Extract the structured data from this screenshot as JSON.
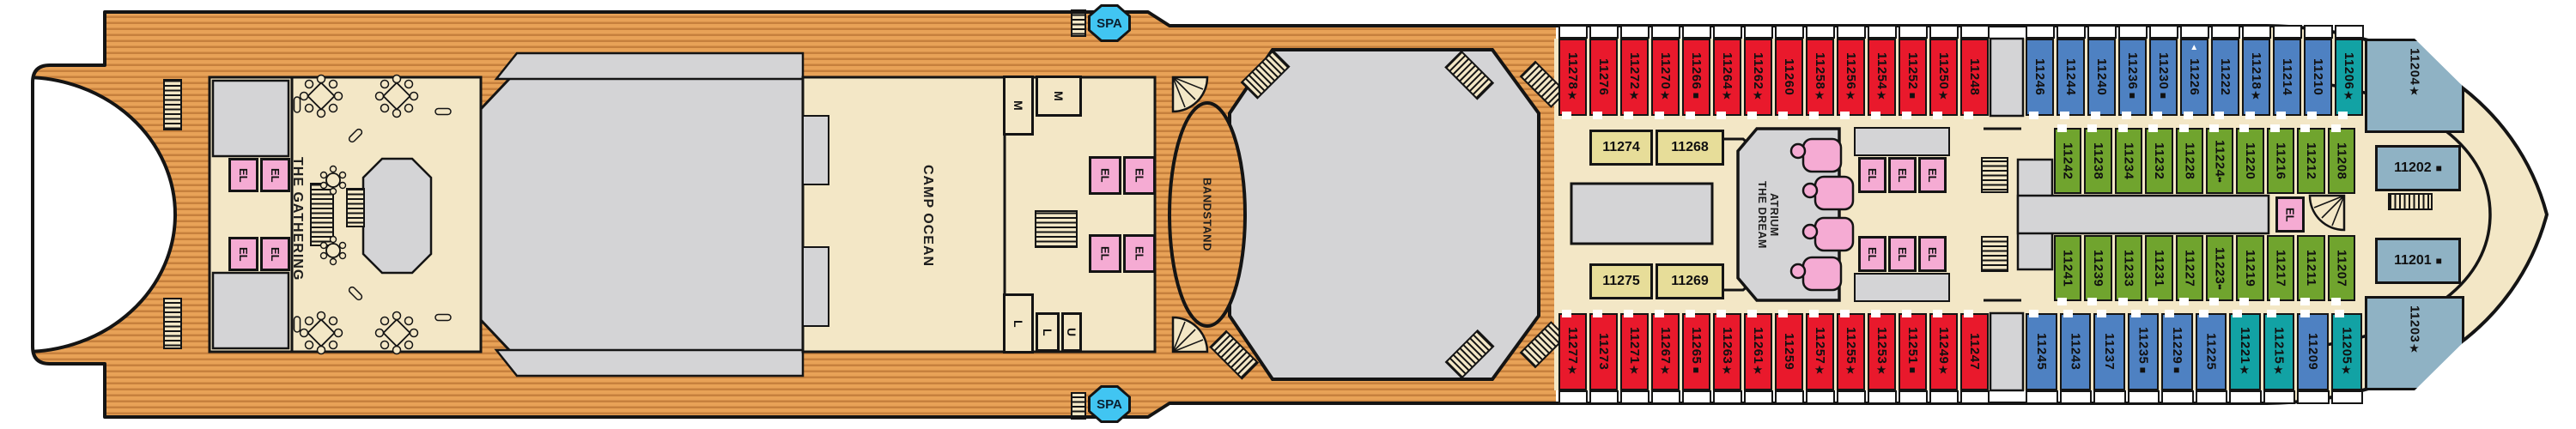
{
  "deck": {
    "venues": {
      "gathering": "THE GATHERING",
      "camp_ocean": "CAMP OCEAN",
      "bandstand": "BANDSTAND",
      "atrium": "THE DREAM\nATRIUM",
      "spa": "SPA"
    },
    "labels": {
      "el": "EL",
      "m": "M",
      "l": "L",
      "u": "U"
    }
  },
  "symbols": {
    "star": "★",
    "square": "■",
    "dots": "••",
    "triangle": "▲"
  },
  "colors": {
    "wood": "#e8a257",
    "wood_stripe": "#c6803d",
    "outline": "#141414",
    "floor_beige": "#f3e7c6",
    "area_gray": "#d4d4d6",
    "white": "#ffffff",
    "cabin_red": "#e9192c",
    "cabin_blue": "#4e81c2",
    "cabin_green": "#70a42e",
    "cabin_teal": "#12a2a4",
    "cabin_steel": "#8fb2c4",
    "cabin_interior_yellow": "#e7dd99",
    "elevator_pink": "#f5abd3",
    "spa_cyan": "#41c5f2"
  },
  "cabins": {
    "top_outer": [
      {
        "n": "11278",
        "c": "red",
        "s": "star"
      },
      {
        "n": "11276",
        "c": "red",
        "s": null
      },
      {
        "n": "11272",
        "c": "red",
        "s": "star"
      },
      {
        "n": "11270",
        "c": "red",
        "s": "star"
      },
      {
        "n": "11266",
        "c": "red",
        "s": "square"
      },
      {
        "n": "11264",
        "c": "red",
        "s": "star"
      },
      {
        "n": "11262",
        "c": "red",
        "s": "star"
      },
      {
        "n": "11260",
        "c": "red",
        "s": null
      },
      {
        "n": "11258",
        "c": "red",
        "s": "star"
      },
      {
        "n": "11256",
        "c": "red",
        "s": "star"
      },
      {
        "n": "11254",
        "c": "red",
        "s": "star"
      },
      {
        "n": "11252",
        "c": "red",
        "s": "square"
      },
      {
        "n": "11250",
        "c": "red",
        "s": "star"
      },
      {
        "n": "11248",
        "c": "red",
        "s": null
      },
      {
        "n": "11246",
        "c": "blue",
        "s": null
      },
      {
        "n": "11244",
        "c": "blue",
        "s": null
      },
      {
        "n": "11240",
        "c": "blue",
        "s": null
      },
      {
        "n": "11236",
        "c": "blue",
        "s": "square"
      },
      {
        "n": "11230",
        "c": "blue",
        "s": "square"
      },
      {
        "n": "11226",
        "c": "blue",
        "s": "triangle"
      },
      {
        "n": "11222",
        "c": "blue",
        "s": null
      },
      {
        "n": "11218",
        "c": "blue",
        "s": "star"
      },
      {
        "n": "11214",
        "c": "blue",
        "s": null
      },
      {
        "n": "11210",
        "c": "blue",
        "s": null
      },
      {
        "n": "11206",
        "c": "teal",
        "s": "star"
      }
    ],
    "top_inner": [
      {
        "n": "11242",
        "c": "green",
        "s": null
      },
      {
        "n": "11238",
        "c": "green",
        "s": null
      },
      {
        "n": "11234",
        "c": "green",
        "s": null
      },
      {
        "n": "11232",
        "c": "green",
        "s": null
      },
      {
        "n": "11228",
        "c": "green",
        "s": null
      },
      {
        "n": "11224",
        "c": "green",
        "s": "dots"
      },
      {
        "n": "11220",
        "c": "green",
        "s": null
      },
      {
        "n": "11216",
        "c": "green",
        "s": null
      },
      {
        "n": "11212",
        "c": "green",
        "s": null
      },
      {
        "n": "11208",
        "c": "green",
        "s": null
      }
    ],
    "bottom_inner": [
      {
        "n": "11241",
        "c": "green",
        "s": null
      },
      {
        "n": "11239",
        "c": "green",
        "s": null
      },
      {
        "n": "11233",
        "c": "green",
        "s": null
      },
      {
        "n": "11231",
        "c": "green",
        "s": null
      },
      {
        "n": "11227",
        "c": "green",
        "s": null
      },
      {
        "n": "11223",
        "c": "green",
        "s": "dots"
      },
      {
        "n": "11219",
        "c": "green",
        "s": null
      },
      {
        "n": "11217",
        "c": "green",
        "s": null
      },
      {
        "n": "11211",
        "c": "green",
        "s": null
      },
      {
        "n": "11207",
        "c": "green",
        "s": null
      }
    ],
    "bottom_outer": [
      {
        "n": "11277",
        "c": "red",
        "s": "star"
      },
      {
        "n": "11273",
        "c": "red",
        "s": null
      },
      {
        "n": "11271",
        "c": "red",
        "s": "star"
      },
      {
        "n": "11267",
        "c": "red",
        "s": "star"
      },
      {
        "n": "11265",
        "c": "red",
        "s": "square"
      },
      {
        "n": "11263",
        "c": "red",
        "s": "star"
      },
      {
        "n": "11261",
        "c": "red",
        "s": "star"
      },
      {
        "n": "11259",
        "c": "red",
        "s": null
      },
      {
        "n": "11257",
        "c": "red",
        "s": "star"
      },
      {
        "n": "11255",
        "c": "red",
        "s": "star"
      },
      {
        "n": "11253",
        "c": "red",
        "s": "star"
      },
      {
        "n": "11251",
        "c": "red",
        "s": "square"
      },
      {
        "n": "11249",
        "c": "red",
        "s": "star"
      },
      {
        "n": "11247",
        "c": "red",
        "s": null
      },
      {
        "n": "11245",
        "c": "blue",
        "s": null
      },
      {
        "n": "11243",
        "c": "blue",
        "s": null
      },
      {
        "n": "11237",
        "c": "blue",
        "s": null
      },
      {
        "n": "11235",
        "c": "blue",
        "s": "square"
      },
      {
        "n": "11229",
        "c": "blue",
        "s": "square"
      },
      {
        "n": "11225",
        "c": "blue",
        "s": null
      },
      {
        "n": "11221",
        "c": "teal",
        "s": "star"
      },
      {
        "n": "11215",
        "c": "teal",
        "s": "star"
      },
      {
        "n": "11209",
        "c": "blue",
        "s": null
      },
      {
        "n": "11205",
        "c": "teal",
        "s": "star"
      }
    ],
    "interior_top": [
      {
        "n": "11274",
        "c": "yellow",
        "s": null
      },
      {
        "n": "11268",
        "c": "yellow",
        "s": null
      }
    ],
    "interior_bottom": [
      {
        "n": "11275",
        "c": "yellow",
        "s": null
      },
      {
        "n": "11269",
        "c": "yellow",
        "s": null
      }
    ],
    "aft_center": [
      {
        "n": "11202",
        "c": "steel",
        "s": "square"
      },
      {
        "n": "11201",
        "c": "steel",
        "s": "square"
      }
    ],
    "corner_top": {
      "n": "11204",
      "c": "steel",
      "s": "star"
    },
    "corner_bottom": {
      "n": "11203",
      "c": "steel",
      "s": "star"
    }
  }
}
